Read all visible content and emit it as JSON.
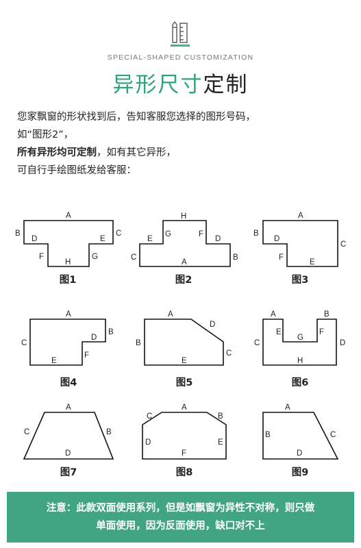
{
  "header": {
    "icon": "ruler-pencil-icon",
    "subtitle": "SPECIAL-SHAPED CUSTOMIZATION",
    "title_accent": "异形尺寸",
    "title_rest": "定制"
  },
  "intro": {
    "line1": "您家飘窗的形状找到后，告知客服您选择的图形号码，",
    "line2": "如“图形2”，",
    "line3_bold": "所有异形均可定制",
    "line3_rest": "，如有其它异形，",
    "line4": "可自行手绘图纸发给客服："
  },
  "figures": [
    {
      "caption": "图1",
      "labels": [
        "A",
        "B",
        "C",
        "D",
        "E",
        "F",
        "G",
        "H"
      ]
    },
    {
      "caption": "图2",
      "labels": [
        "H",
        "G",
        "F",
        "E",
        "D",
        "C",
        "A",
        "B"
      ]
    },
    {
      "caption": "图3",
      "labels": [
        "A",
        "B",
        "D",
        "C",
        "F",
        "E"
      ]
    },
    {
      "caption": "图4",
      "labels": [
        "A",
        "B",
        "C",
        "D",
        "F",
        "E"
      ]
    },
    {
      "caption": "图5",
      "labels": [
        "A",
        "D",
        "B",
        "C",
        "E"
      ]
    },
    {
      "caption": "图6",
      "labels": [
        "A",
        "B",
        "E",
        "F",
        "G",
        "C",
        "D",
        "H"
      ]
    },
    {
      "caption": "图7",
      "labels": [
        "A",
        "C",
        "B",
        "D"
      ]
    },
    {
      "caption": "图8",
      "labels": [
        "C",
        "A",
        "B",
        "D",
        "E",
        "F"
      ]
    },
    {
      "caption": "图9",
      "labels": [
        "A",
        "B",
        "C",
        "D"
      ]
    }
  ],
  "notice": {
    "line1": "注意：此款双面使用系列，但是如飘窗为异性不对称，则只做",
    "line2": "单面使用，因为反面使用，缺口对不上"
  }
}
